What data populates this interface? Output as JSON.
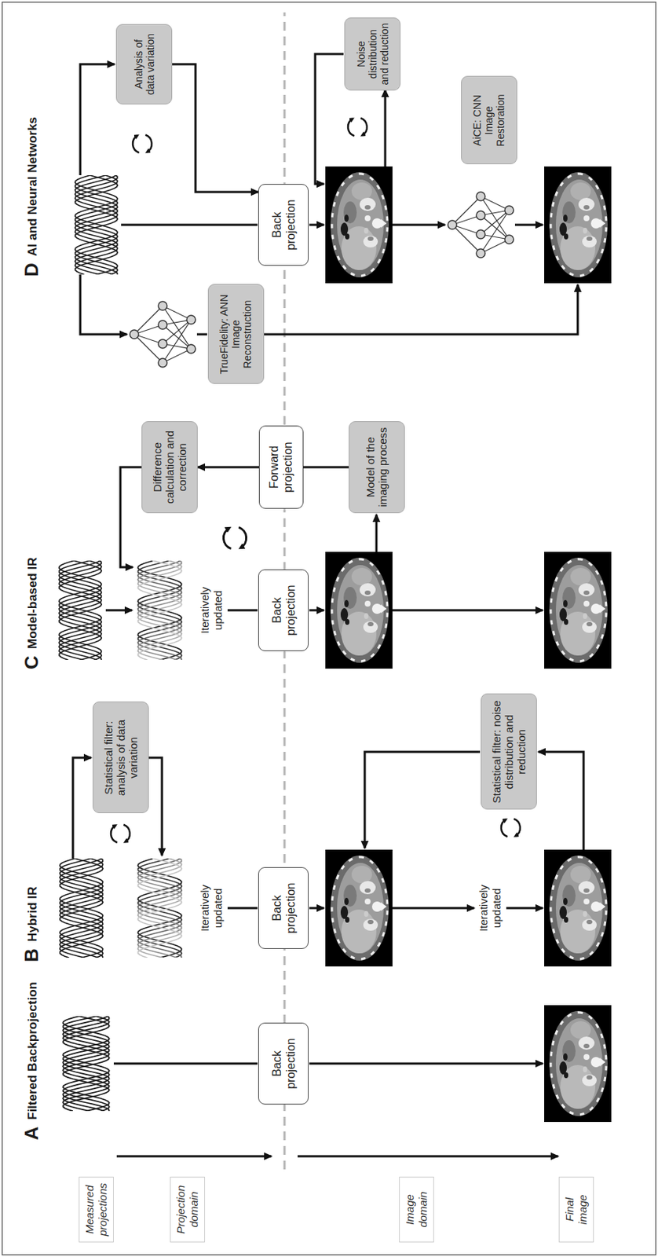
{
  "diagram": {
    "nodes": [
      {
        "text": [
          "Measured projections"
        ]
      },
      {
        "text": [
          "Projection domain"
        ]
      },
      {
        "text": [
          "Image domain"
        ]
      },
      {
        "text": [
          "Final image"
        ]
      },
      {
        "text": [
          "Back projection"
        ]
      },
      {
        "text": [
          "Statistical filter: analysis of data variation"
        ]
      },
      {
        "text": [
          "Back projection"
        ]
      },
      {
        "text": [
          "Statistical filter: noise distribution and reduction"
        ]
      },
      {
        "text": [
          "Difference calculation and correction"
        ]
      },
      {
        "text": [
          "Back projection"
        ]
      },
      {
        "text": [
          "Forward projection"
        ]
      },
      {
        "text": [
          "Model of the imaging process"
        ]
      },
      {
        "text": [
          "Analysis of data variation"
        ]
      },
      {
        "text": [
          "TrueFidelity: ANN Image Reconstruction"
        ]
      },
      {
        "text": [
          "Back projection"
        ]
      },
      {
        "text": [
          "Noise distribution and reduction"
        ]
      },
      {
        "text": [
          "AiCE: CNN Image Restoration"
        ]
      }
    ],
    "edges": [
      {
        "from": 11,
        "to": 10,
        "arrow": "none"
      },
      {
        "from": 10,
        "to": 8,
        "arrow": "to"
      },
      {
        "from": 12,
        "to": 14,
        "arrow": "to"
      }
    ],
    "labels": [
      "A",
      "Filtered Backprojection",
      "B",
      "Hybrid IR",
      "Iteratively updated",
      "Iteratively updated",
      "C",
      "Model-based IR",
      "Iteratively updated",
      "D",
      "AI and Neural Networks"
    ]
  }
}
